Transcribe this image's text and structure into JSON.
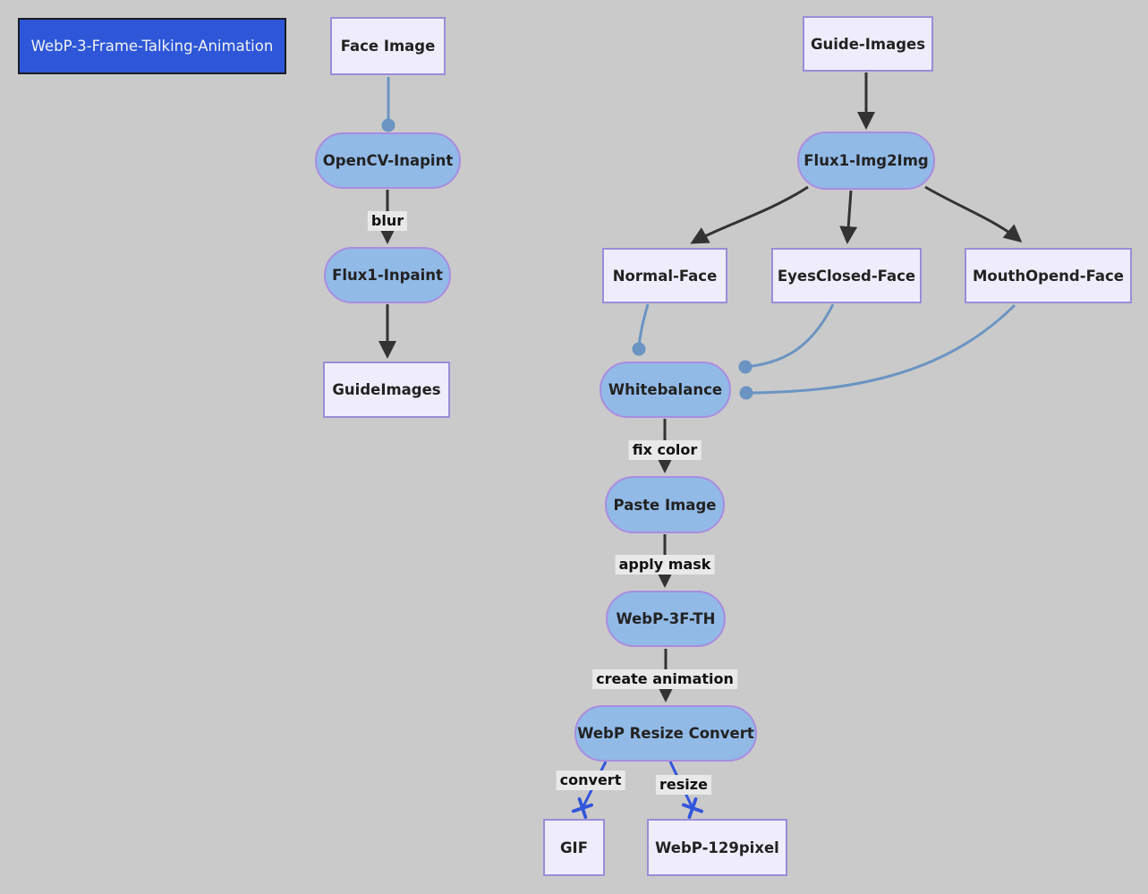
{
  "diagram": {
    "type": "flowchart",
    "title": "WebP-3-Frame-Talking-Animation",
    "nodes": {
      "face_image": {
        "label": "Face Image",
        "shape": "rect"
      },
      "opencv_inapint": {
        "label": "OpenCV-Inapint",
        "shape": "stadium"
      },
      "flux1_inpaint": {
        "label": "Flux1-Inpaint",
        "shape": "stadium"
      },
      "guideimages": {
        "label": "GuideImages",
        "shape": "rect"
      },
      "guide_images": {
        "label": "Guide-Images",
        "shape": "rect"
      },
      "flux1_img2img": {
        "label": "Flux1-Img2Img",
        "shape": "stadium"
      },
      "normal_face": {
        "label": "Normal-Face",
        "shape": "rect"
      },
      "eyesclosed_face": {
        "label": "EyesClosed-Face",
        "shape": "rect"
      },
      "mouthopend_face": {
        "label": "MouthOpend-Face",
        "shape": "rect"
      },
      "whitebalance": {
        "label": "Whitebalance",
        "shape": "stadium"
      },
      "paste_image": {
        "label": "Paste Image",
        "shape": "stadium"
      },
      "webp_3f_th": {
        "label": "WebP-3F-TH",
        "shape": "stadium"
      },
      "webp_resize_convert": {
        "label": "WebP Resize Convert",
        "shape": "stadium"
      },
      "gif": {
        "label": "GIF",
        "shape": "rect"
      },
      "webp_129pixel": {
        "label": "WebP-129pixel",
        "shape": "rect"
      }
    },
    "edge_labels": {
      "blur": "blur",
      "fix_color": "fix color",
      "apply_mask": "apply mask",
      "create_animation": "create animation",
      "convert": "convert",
      "resize": "resize"
    },
    "edges": [
      {
        "from": "Face Image",
        "to": "OpenCV-Inapint",
        "label": "",
        "head": "dot",
        "color": "steel-blue"
      },
      {
        "from": "OpenCV-Inapint",
        "to": "Flux1-Inpaint",
        "label": "blur",
        "head": "arrow",
        "color": "dark"
      },
      {
        "from": "Flux1-Inpaint",
        "to": "GuideImages",
        "label": "",
        "head": "arrow",
        "color": "dark"
      },
      {
        "from": "Guide-Images",
        "to": "Flux1-Img2Img",
        "label": "",
        "head": "arrow",
        "color": "dark"
      },
      {
        "from": "Flux1-Img2Img",
        "to": "Normal-Face",
        "label": "",
        "head": "arrow",
        "color": "dark"
      },
      {
        "from": "Flux1-Img2Img",
        "to": "EyesClosed-Face",
        "label": "",
        "head": "arrow",
        "color": "dark"
      },
      {
        "from": "Flux1-Img2Img",
        "to": "MouthOpend-Face",
        "label": "",
        "head": "arrow",
        "color": "dark"
      },
      {
        "from": "Normal-Face",
        "to": "Whitebalance",
        "label": "",
        "head": "dot",
        "color": "steel-blue"
      },
      {
        "from": "EyesClosed-Face",
        "to": "Whitebalance",
        "label": "",
        "head": "dot",
        "color": "steel-blue"
      },
      {
        "from": "MouthOpend-Face",
        "to": "Whitebalance",
        "label": "",
        "head": "dot",
        "color": "steel-blue"
      },
      {
        "from": "Whitebalance",
        "to": "Paste Image",
        "label": "fix color",
        "head": "arrow",
        "color": "dark"
      },
      {
        "from": "Paste Image",
        "to": "WebP-3F-TH",
        "label": "apply mask",
        "head": "arrow",
        "color": "dark"
      },
      {
        "from": "WebP-3F-TH",
        "to": "WebP Resize Convert",
        "label": "create animation",
        "head": "arrow",
        "color": "dark"
      },
      {
        "from": "WebP Resize Convert",
        "to": "GIF",
        "label": "convert",
        "head": "cross",
        "color": "blue"
      },
      {
        "from": "WebP Resize Convert",
        "to": "WebP-129pixel",
        "label": "resize",
        "head": "cross",
        "color": "blue"
      }
    ],
    "colors": {
      "background": "#cacaca",
      "title_fill": "#2d57d8",
      "title_border": "#1a1d26",
      "title_text": "#f2f2f2",
      "rect_fill": "#efedfb",
      "rect_border": "#9c8cd8",
      "stadium_fill": "#92bae7",
      "stadium_border": "#a98ce0",
      "node_text": "#222222",
      "edge_dark": "#333333",
      "edge_steel_blue": "#6b94c2",
      "edge_blue": "#3155dc",
      "edge_label_bg": "#e9e9e9"
    }
  }
}
